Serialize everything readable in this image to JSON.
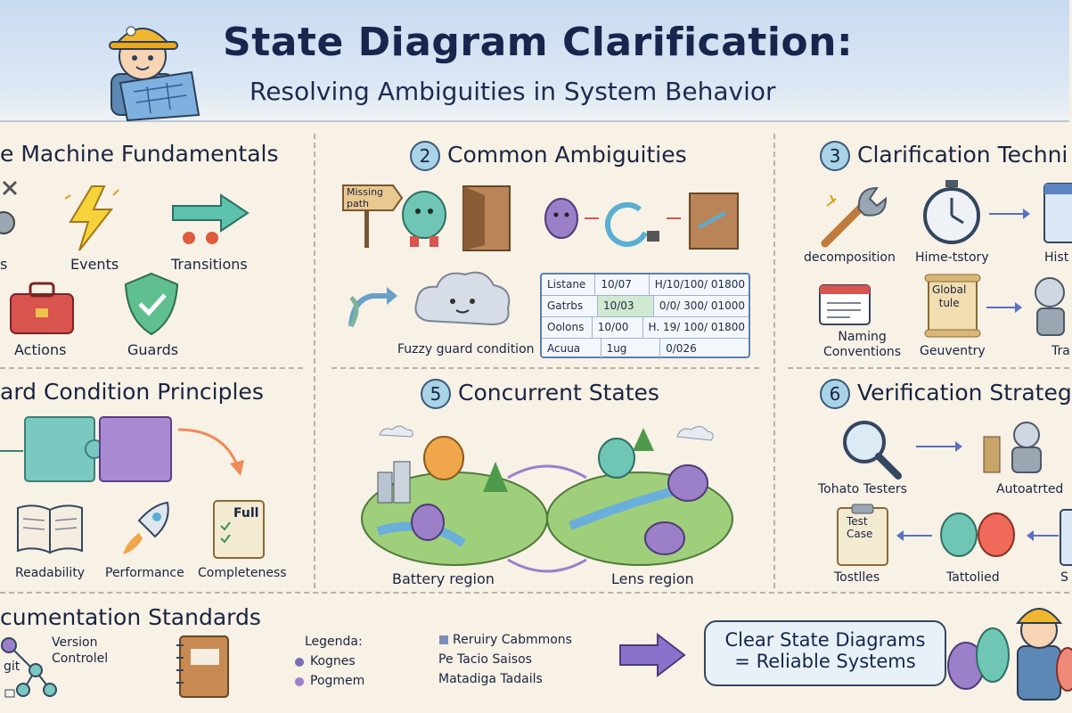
{
  "header": {
    "title": "State Diagram Clarification:",
    "subtitle": "Resolving Ambiguities in System Behavior"
  },
  "panels": {
    "p1": {
      "title": "e Machine Fundamentals",
      "labels": [
        "s",
        "Events",
        "Transitions",
        "Actions",
        "Guards"
      ]
    },
    "p2": {
      "number": "2",
      "title": "Common Ambiguities",
      "sign": [
        "Missing",
        "path"
      ],
      "fuzzy": "Fuzzy guard condition",
      "table": [
        [
          "Listane",
          "10/07",
          "H/10/100/ 01800"
        ],
        [
          "Gatrbs",
          "10/03",
          "0/0/ 300/ 01000"
        ],
        [
          "Oolons",
          "10/00",
          "H. 19/ 100/ 01800"
        ],
        [
          "Acuua",
          "1ug",
          "0/026"
        ]
      ]
    },
    "p3": {
      "number": "3",
      "title": "Clarification Techni",
      "labels": [
        "decomposition",
        "Hime-tstory",
        "Hist",
        "Naming",
        "Conventions",
        "Global",
        "tule",
        "Geuventry",
        "Tra"
      ]
    },
    "p4": {
      "title": "ard Condition Principles",
      "labels": [
        "Readability",
        "Performance",
        "Completeness",
        "Full"
      ]
    },
    "p5": {
      "number": "5",
      "title": "Concurrent States",
      "labels": [
        "Battery region",
        "Lens region"
      ]
    },
    "p6": {
      "number": "6",
      "title": "Verification Strateg",
      "labels": [
        "Tohato Testers",
        "Autoatrted",
        "Test",
        "Case",
        "Tostlles",
        "Tattolied",
        "S"
      ]
    },
    "p7": {
      "title": "cumentation Standards",
      "version": [
        "Version",
        "Controlel"
      ],
      "git": "git",
      "legend": [
        "Legenda:",
        "Kognes",
        "Pogmem"
      ],
      "notes": [
        "Reruiry Cabmmons",
        "Pe Tacio Saisos",
        "Matadiga Tadails"
      ]
    }
  },
  "callout": {
    "line1": "Clear State Diagrams",
    "line2": "= Reliable Systems"
  },
  "colors": {
    "banner": "#c9dbf1",
    "background": "#f7f1e6",
    "teal": "#6fc6b4",
    "purple": "#9b7fc9",
    "orange": "#f0a64a",
    "red": "#d9534f"
  }
}
